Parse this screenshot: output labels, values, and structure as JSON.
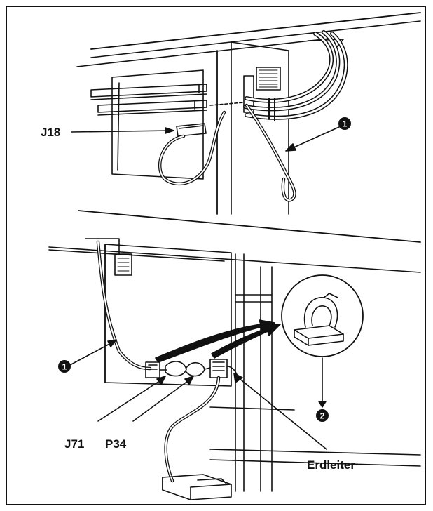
{
  "labels": {
    "j18": "J18",
    "j71": "J71",
    "p34": "P34",
    "earth": "Erdleiter"
  },
  "markers": {
    "cable_top": "1",
    "cable_bottom": "1",
    "clamp": "2"
  },
  "colors": {
    "ink": "#111111",
    "paper": "#ffffff"
  }
}
